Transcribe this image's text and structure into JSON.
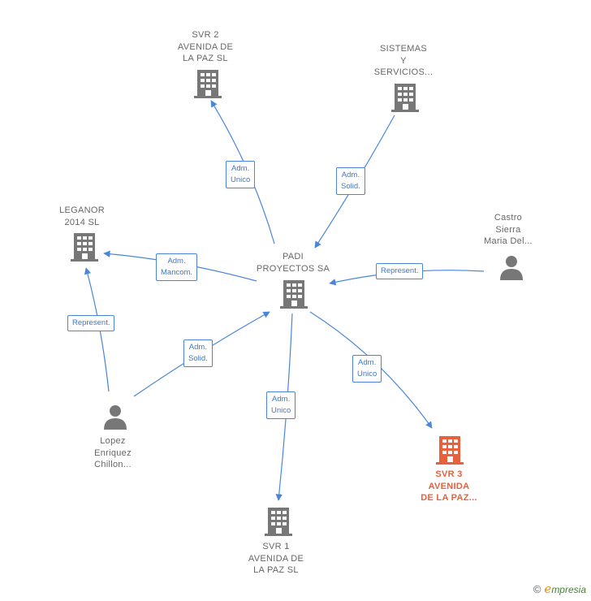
{
  "nodes": {
    "padi": {
      "lines": [
        "PADI",
        "PROYECTOS SA"
      ],
      "icon": "building-icon"
    },
    "svr2": {
      "lines": [
        "SVR 2",
        "AVENIDA DE",
        "LA PAZ  SL"
      ],
      "icon": "building-icon"
    },
    "sistemas": {
      "lines": [
        "SISTEMAS",
        "Y",
        "SERVICIOS..."
      ],
      "icon": "building-icon"
    },
    "leganor": {
      "lines": [
        "LEGANOR",
        "2014  SL"
      ],
      "icon": "building-icon"
    },
    "castro": {
      "lines": [
        "Castro",
        "Sierra",
        "Maria Del..."
      ],
      "icon": "person-icon"
    },
    "lopez": {
      "lines": [
        "Lopez",
        "Enriquez",
        "Chillon..."
      ],
      "icon": "person-icon"
    },
    "svr1": {
      "lines": [
        "SVR 1",
        "AVENIDA DE",
        "LA PAZ  SL"
      ],
      "icon": "building-icon"
    },
    "svr3": {
      "lines": [
        "SVR 3",
        "AVENIDA",
        "DE LA PAZ..."
      ],
      "icon": "building-icon"
    }
  },
  "edges": {
    "padi_svr2": {
      "lines": [
        "Adm.",
        "Unico"
      ]
    },
    "sistemas_padi": {
      "lines": [
        "Adm.",
        "Solid."
      ]
    },
    "padi_leganor": {
      "lines": [
        "Adm.",
        "Mancom."
      ]
    },
    "castro_padi": {
      "lines": [
        "Represent."
      ]
    },
    "lopez_leganor": {
      "lines": [
        "Represent."
      ]
    },
    "lopez_padi": {
      "lines": [
        "Adm.",
        "Solid."
      ]
    },
    "padi_svr1": {
      "lines": [
        "Adm.",
        "Unico"
      ]
    },
    "padi_svr3": {
      "lines": [
        "Adm.",
        "Unico"
      ]
    }
  },
  "colors": {
    "edge": "#4a86d8",
    "node": "#777777",
    "focus": "#e8603c"
  },
  "brand": {
    "copyright": "©",
    "initial": "e",
    "rest": "mpresia"
  }
}
